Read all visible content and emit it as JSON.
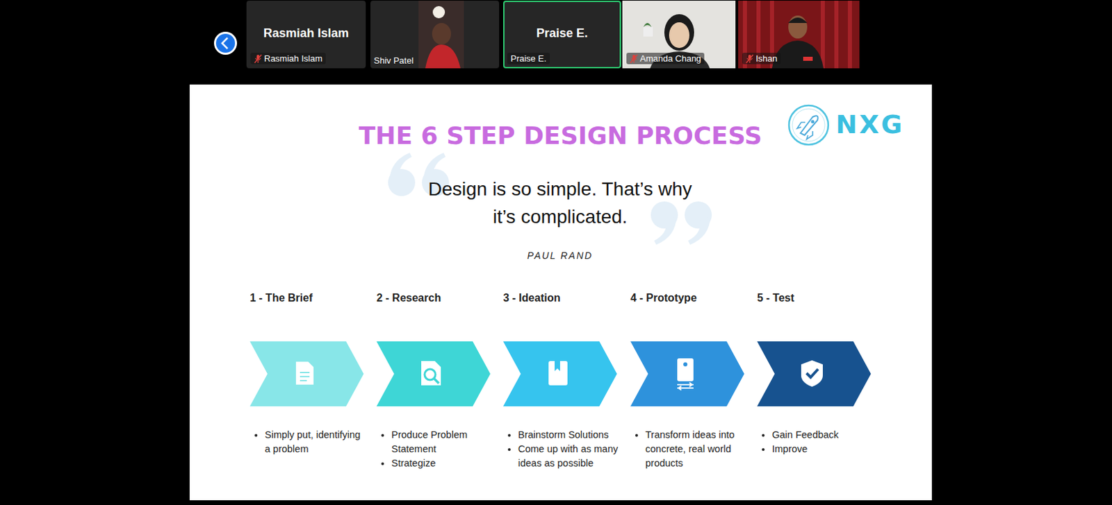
{
  "diagram": {
    "title": "THE 6 STEP DESIGN PROCESS",
    "nodes": [
      {
        "text": [
          "Rasmiah Islam",
          "Rasmiah Islam"
        ]
      },
      {
        "text": [
          "Shiv Patel"
        ]
      },
      {
        "text": [
          "Praise E.",
          "Praise E."
        ]
      },
      {
        "text": [
          "Amanda Chang"
        ]
      },
      {
        "text": [
          "Ishan"
        ]
      },
      {
        "text": [
          "1 - The Brief",
          "Simply put, identifying a problem"
        ]
      },
      {
        "text": [
          "2 - Research",
          "Produce Problem Statement",
          "Strategize"
        ]
      },
      {
        "text": [
          "3 - Ideation",
          "Brainstorm Solutions",
          "Come up with as many ideas as possible"
        ]
      },
      {
        "text": [
          "4 - Prototype",
          "Transform ideas into concrete, real world products"
        ]
      },
      {
        "text": [
          "5 - Test",
          "Gain Feedback",
          "Improve"
        ]
      }
    ],
    "labels": [
      "Design is so simple. That’s why it’s complicated.",
      "PAUL RAND",
      "NXG"
    ]
  }
}
